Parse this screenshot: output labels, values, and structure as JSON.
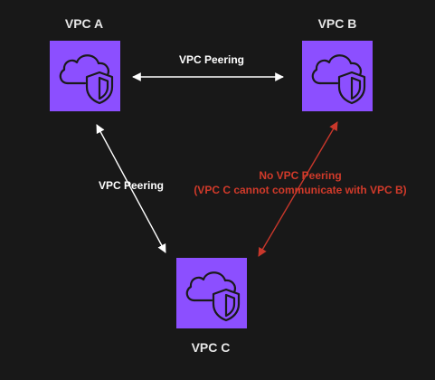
{
  "colors": {
    "background": "#181818",
    "vpc_fill": "#8c4fff",
    "vpc_icon_stroke": "#1a1a1a",
    "peering_line": "#ffffff",
    "no_peering_line": "#c8372b",
    "no_peering_text": "#d13a2a"
  },
  "nodes": {
    "vpc_a": {
      "label": "VPC A",
      "icon": "vpc-cloud-shield-icon"
    },
    "vpc_b": {
      "label": "VPC B",
      "icon": "vpc-cloud-shield-icon"
    },
    "vpc_c": {
      "label": "VPC C",
      "icon": "vpc-cloud-shield-icon"
    }
  },
  "connections": {
    "a_b": {
      "label": "VPC Peering",
      "style": "solid",
      "arrows": "both"
    },
    "a_c": {
      "label": "VPC Peering",
      "style": "solid",
      "arrows": "both"
    },
    "c_b": {
      "label_line1": "No VPC Peering",
      "label_line2": "(VPC C cannot communicate with VPC B)",
      "style": "solid",
      "arrows": "both"
    }
  }
}
